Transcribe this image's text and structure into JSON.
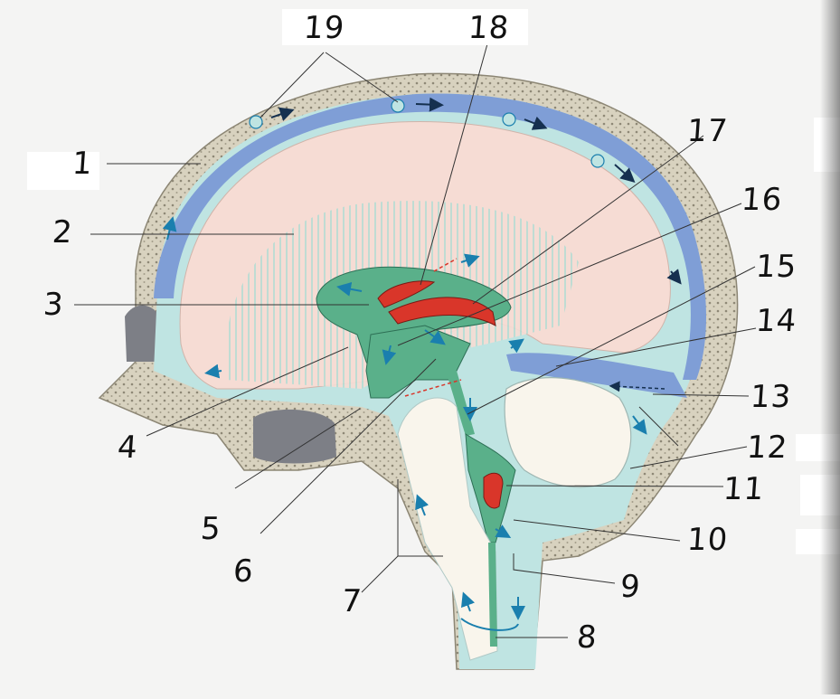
{
  "labels": {
    "n1": "1",
    "n2": "2",
    "n3": "3",
    "n4": "4",
    "n5": "5",
    "n6": "6",
    "n7": "7",
    "n8": "8",
    "n9": "9",
    "n10": "10",
    "n11": "11",
    "n12": "12",
    "n13": "13",
    "n14": "14",
    "n15": "15",
    "n16": "16",
    "n17": "17",
    "n18": "18",
    "n19": "19"
  },
  "colors": {
    "bone": "#d8d2bf",
    "bone_dots": "#8e8876",
    "marrow": "#7d7f86",
    "csf": "#bfe4e2",
    "sinus": "#7f9ed6",
    "brain": "#f6dcd4",
    "ventricle": "#5ab08a",
    "plexus": "#d9362a",
    "arrow": "#1a7fae"
  }
}
